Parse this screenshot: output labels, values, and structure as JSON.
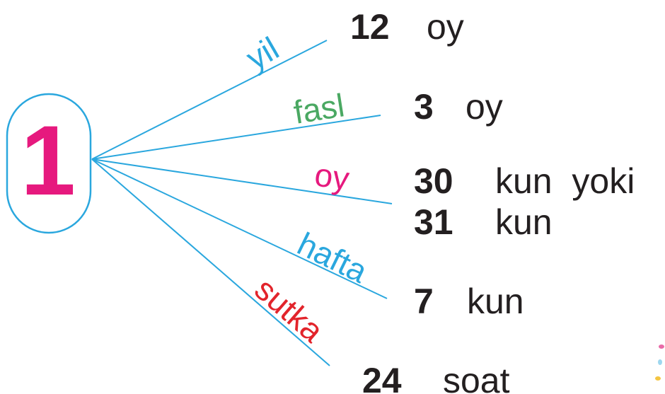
{
  "colors": {
    "line": "#2aa7de",
    "root_digit": "#e6197e",
    "text": "#231f20",
    "yil": "#2aa7de",
    "fasl": "#4aa862",
    "oy": "#e6197e",
    "hafta": "#2aa7de",
    "sutka": "#e2242b"
  },
  "root": {
    "value": "1"
  },
  "branches": [
    {
      "label": "yil",
      "value": "12",
      "unit": "oy"
    },
    {
      "label": "fasl",
      "value": "3",
      "unit": "oy"
    },
    {
      "label": "oy",
      "value": "30",
      "unit": "kun  yoki",
      "value2": "31",
      "unit2": "kun"
    },
    {
      "label": "hafta",
      "value": "7",
      "unit": "kun"
    },
    {
      "label": "sutka",
      "value": "24",
      "unit": "soat"
    }
  ]
}
